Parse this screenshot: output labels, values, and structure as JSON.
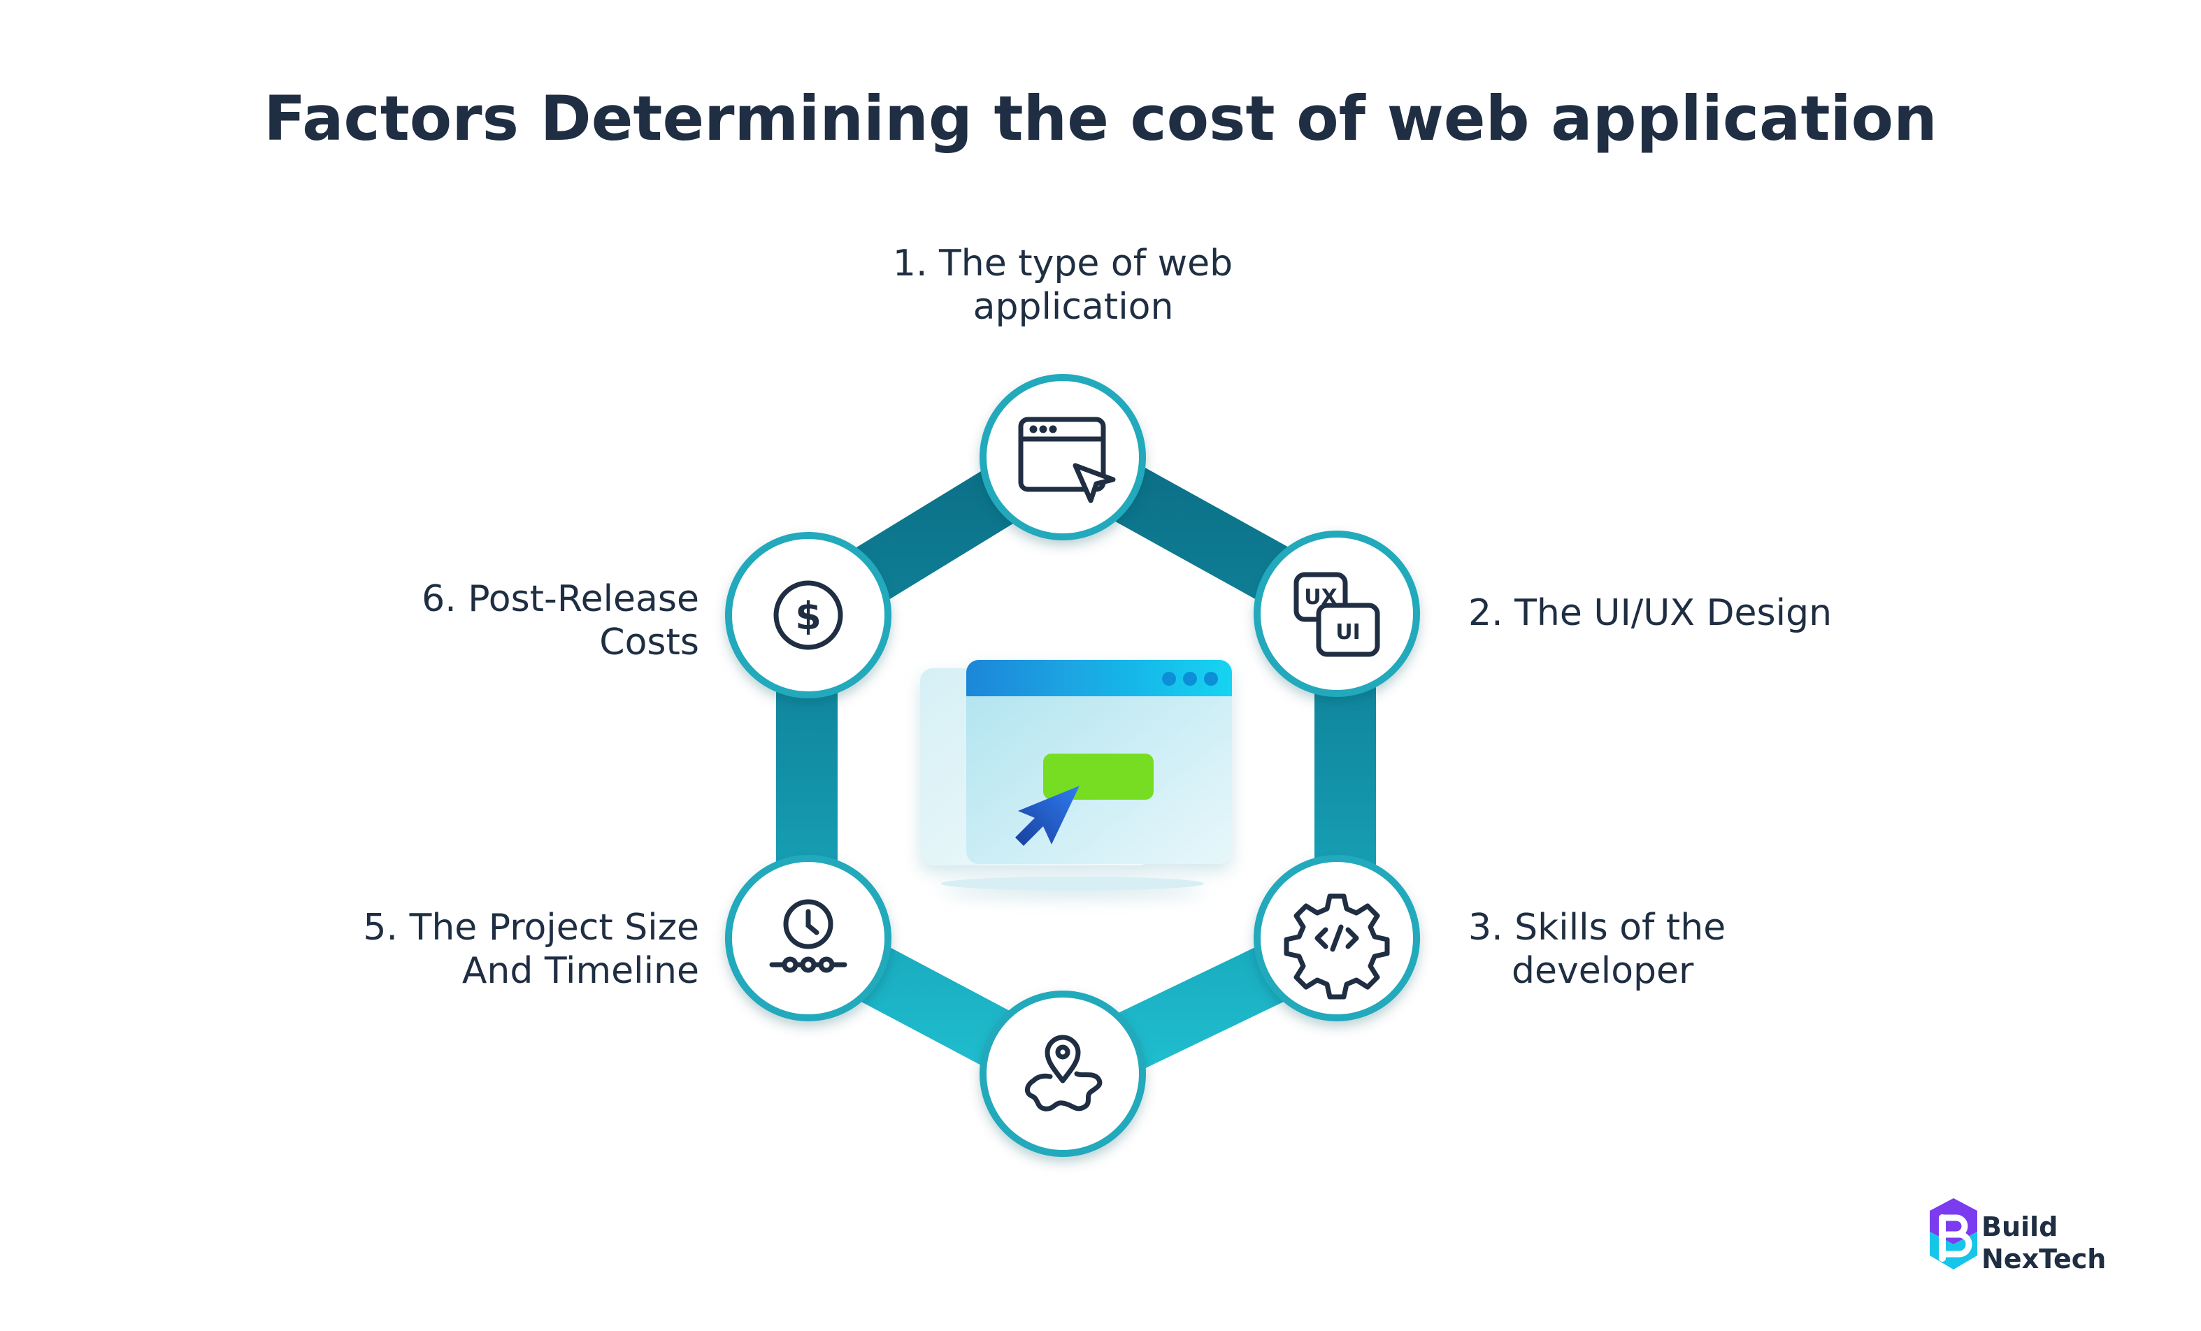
{
  "title": "Factors Determining the cost of web application",
  "factors": [
    {
      "lines": [
        "1. The type of web",
        "application"
      ],
      "icon": "browser-cursor-icon"
    },
    {
      "lines": [
        "2. The UI/UX Design"
      ],
      "icon": "ui-ux-icon"
    },
    {
      "lines": [
        "3. Skills of the",
        "developer"
      ],
      "icon": "code-gear-icon"
    },
    {
      "lines": [
        "5. The Project Size",
        "And Timeline"
      ],
      "icon": "clock-timeline-icon"
    },
    {
      "lines": [
        "6. Post-Release",
        "Costs"
      ],
      "icon": "dollar-icon"
    }
  ],
  "unlabeled_node_icon": "map-pin-icon",
  "center_illustration": "browser-window-cursor-icon",
  "brand": {
    "line1": "Build",
    "line2": "NexTech",
    "icon": "b-logo-icon"
  },
  "colors": {
    "title": "#1f2e42",
    "hex_dark": "#0b6f86",
    "hex_light": "#1fbccd",
    "node_ring": "#20a9bb",
    "icon_stroke": "#1f2e42",
    "logo_purple": "#7b3cf0",
    "logo_cyan": "#16c6e8"
  }
}
